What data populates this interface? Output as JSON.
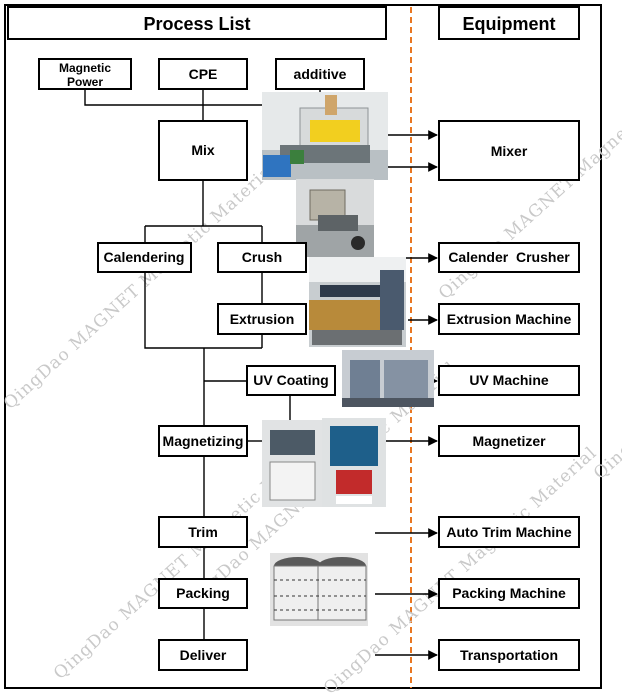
{
  "headers": {
    "process_list": "Process List",
    "equipment": "Equipment"
  },
  "inputs": {
    "magnetic_power": [
      "Magnetic",
      "Power"
    ],
    "cpe": "CPE",
    "additive": "additive"
  },
  "process_steps": {
    "mix": "Mix",
    "calendering": "Calendering",
    "crush": "Crush",
    "extrusion": "Extrusion",
    "uv_coating": "UV Coating",
    "magnetizing": "Magnetizing",
    "trim": "Trim",
    "packing": "Packing",
    "deliver": "Deliver"
  },
  "equipment": {
    "mixer": "Mixer",
    "calender_crusher": "Calender  Crusher",
    "extrusion_machine": "Extrusion Machine",
    "uv_machine": "UV Machine",
    "magnetizer": "Magnetizer",
    "auto_trim_machine": "Auto Trim Machine",
    "packing_machine": "Packing Machine",
    "transportation": "Transportation"
  },
  "watermark": "QingDao MAGNET Magnetic Material",
  "colors": {
    "divider": "#e87722",
    "line": "#000000",
    "watermark": "#c9c9c9"
  }
}
